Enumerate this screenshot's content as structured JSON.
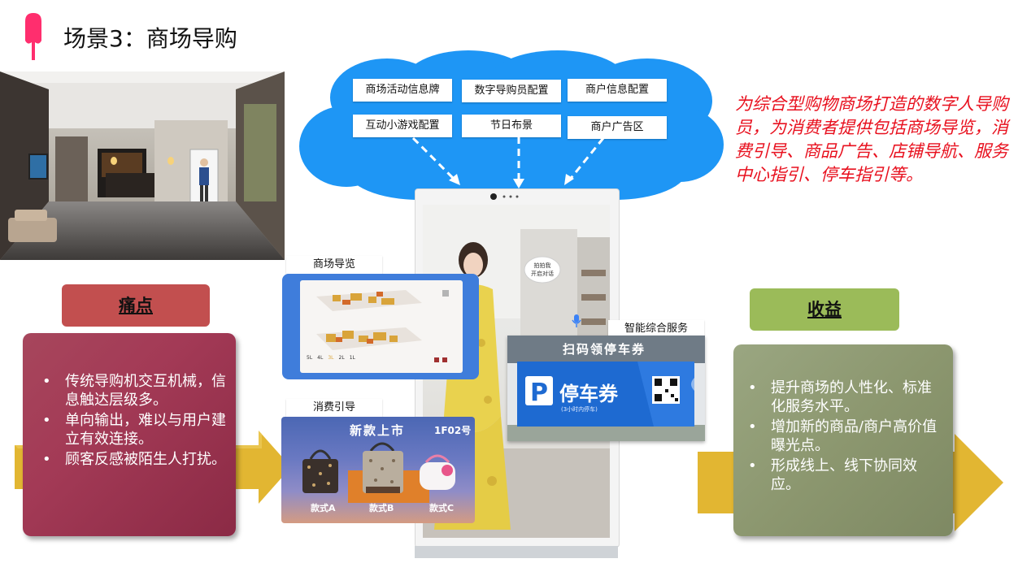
{
  "header": {
    "title": "场景3：商场导购"
  },
  "cloud": {
    "tags": [
      "商场活动信息牌",
      "数字导购员配置",
      "商户信息配置",
      "互动小游戏配置",
      "节日布景",
      "商户广告区"
    ]
  },
  "description": "为综合型购物商场打造的数字人导购员，为消费者提供包括商场导览，消费引导、商品广告、店铺导航、服务中心指引、停车指引等。",
  "pain": {
    "label": "痛点",
    "items": [
      "传统导购机交互机械，信息触达层级多。",
      "单向输出，难以与用户建立有效连接。",
      "顾客反感被陌生人打扰。"
    ]
  },
  "benefit": {
    "label": "收益",
    "items": [
      "提升商场的人性化、标准化服务水平。",
      "增加新的商品/商户高价值曝光点。",
      "形成线上、线下协同效应。"
    ]
  },
  "panels": {
    "map_title": "商场导览",
    "map_floors": [
      "5L",
      "4L",
      "3L",
      "2L",
      "1L"
    ],
    "shop_title": "消费引导",
    "shop_banner": "新款上市",
    "shop_code": "1F02号",
    "shop_items": [
      "款式A",
      "款式B",
      "款式C"
    ],
    "service_title": "智能综合服务",
    "parking_header": "扫码领停车券",
    "parking_coupon": "停车券",
    "parking_sub": "(3小时内停车)",
    "kiosk_bubble": "拍拍我\n开启对话"
  },
  "colors": {
    "accent_pink": "#ff2e6e",
    "desc_red": "#e8101e",
    "pain_label": "#c24f4f",
    "benefit_label": "#9bbb59",
    "cloud_blue": "#1e96f5",
    "arrow_gold": "#e2b632"
  },
  "icons": [
    "popsicle-icon",
    "microphone-icon",
    "qr-code-icon",
    "parking-p-icon"
  ]
}
